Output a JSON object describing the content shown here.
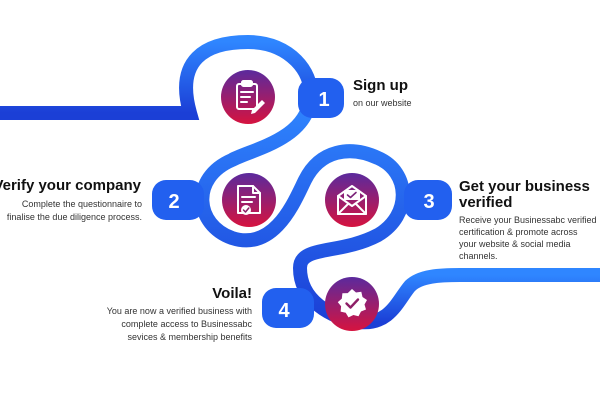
{
  "colors": {
    "path_light": "#2f86ff",
    "path_dark": "#1b3fd6",
    "badge_top": "#5b2a9d",
    "badge_bottom": "#d6133f",
    "text_dark": "#111111"
  },
  "steps": [
    {
      "number": "1",
      "title_lines": [
        "Sign up"
      ],
      "description_lines": [
        "on our website"
      ],
      "icon": "clipboard-edit-icon"
    },
    {
      "number": "2",
      "title_lines": [
        "Verify your company"
      ],
      "description_lines": [
        "Complete the questionnaire to",
        "finalise the due diligence process."
      ],
      "icon": "document-check-icon"
    },
    {
      "number": "3",
      "title_lines": [
        "Get your business",
        "verified"
      ],
      "description_lines": [
        "Receive your Businessabc verified",
        "certification & promote across",
        "your website & social media",
        "channels."
      ],
      "icon": "envelope-check-icon"
    },
    {
      "number": "4",
      "title_lines": [
        "Voila!"
      ],
      "description_lines": [
        "You are now a verified business with",
        "complete access to Businessabc",
        "sevices & membership benefits"
      ],
      "icon": "verified-badge-icon"
    }
  ]
}
